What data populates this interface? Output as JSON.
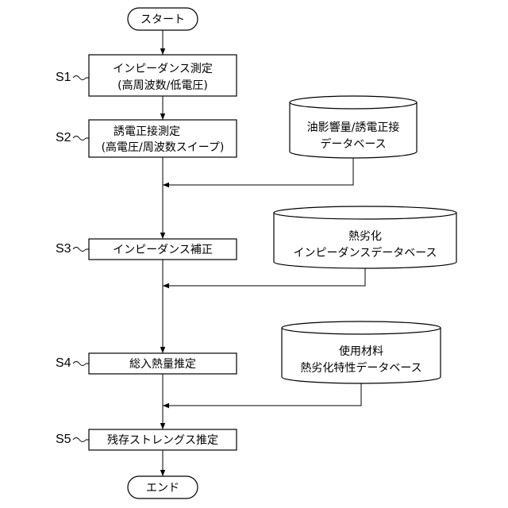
{
  "start": {
    "label": "スタート"
  },
  "end": {
    "label": "エンド"
  },
  "steps": [
    {
      "id": "S1",
      "lines": [
        "インピーダンス測定",
        "(高周波数/低電圧)"
      ]
    },
    {
      "id": "S2",
      "lines": [
        "誘電正接測定",
        "(高電圧/周波数スイープ)"
      ]
    },
    {
      "id": "S3",
      "lines": [
        "インピーダンス補正"
      ]
    },
    {
      "id": "S4",
      "lines": [
        "総入熱量推定"
      ]
    },
    {
      "id": "S5",
      "lines": [
        "残存ストレングス推定"
      ]
    }
  ],
  "databases": [
    {
      "lines": [
        "油影響量/誘電正接",
        "データベース"
      ]
    },
    {
      "lines": [
        "熱劣化",
        "インピーダンスデータベース"
      ]
    },
    {
      "lines": [
        "使用材料",
        "熱劣化特性データベース"
      ]
    }
  ]
}
